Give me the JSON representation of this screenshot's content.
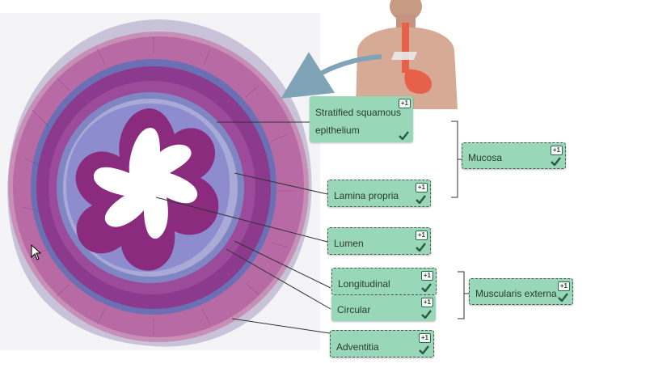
{
  "labels": [
    {
      "id": "stratified",
      "text_line1": "Stratified squamous",
      "text_line2": "epithelium",
      "points": "+1",
      "status": "correct"
    },
    {
      "id": "mucosa",
      "text": "Mucosa",
      "points": "+1",
      "status": "correct"
    },
    {
      "id": "lamina",
      "text": "Lamina propria",
      "points": "+1",
      "status": "correct"
    },
    {
      "id": "lumen",
      "text": "Lumen",
      "points": "+1",
      "status": "correct"
    },
    {
      "id": "longitudinal",
      "text": "Longitudinal",
      "points": "+1",
      "status": "correct"
    },
    {
      "id": "circular",
      "text": "Circular",
      "points": "+1",
      "status": "correct"
    },
    {
      "id": "muscularis",
      "text": "Muscularis externa",
      "points": "+1",
      "status": "correct"
    },
    {
      "id": "adventitia",
      "text": "Adventitia",
      "points": "+1",
      "status": "correct"
    }
  ],
  "colors": {
    "label_bg": "#98d8b8",
    "check": "#2f5a45",
    "leader_line": "#333333",
    "stain_purple": "#7a2a7a",
    "stain_blue": "#5a6fb0"
  },
  "icons": [
    "check-icon",
    "mouse-pointer-icon",
    "arrow-icon"
  ]
}
